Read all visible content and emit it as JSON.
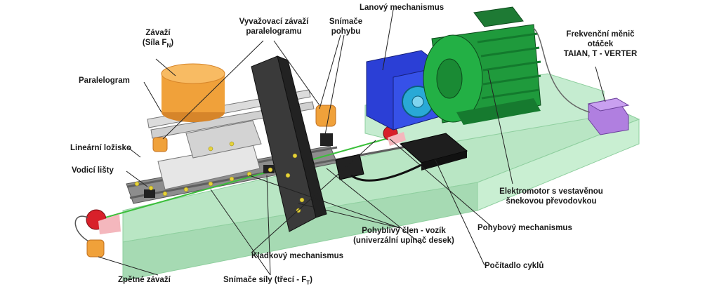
{
  "labels": {
    "zavazi_1": "Závaží",
    "zavazi_2": "(Síla F",
    "zavazi_sub": "N",
    "zavazi_3": ")",
    "paralelogram": "Paralelogram",
    "vyvazovaci_1": "Vyvažovací závaží",
    "vyvazovaci_2": "paralelogramu",
    "snimace_pohybu_1": "Snímače",
    "snimace_pohybu_2": "pohybu",
    "lanovy": "Lanový mechanismus",
    "frekvencni_1": "Frekvenční měnič",
    "frekvencni_2": "otáček",
    "frekvencni_3": "TAIAN, T - VERTER",
    "linearni": "Lineární ložisko",
    "vodici": "Vodicí lišty",
    "elektromotor_1": "Elektromotor s vestavěnou",
    "elektromotor_2": "šnekovou převodovkou",
    "pohyblivy_1": "Pohyblivý člen - vozík",
    "pohyblivy_2": "(univerzální upínač desek)",
    "pohybovy": "Pohybový mechanismus",
    "kladkovy": "Kladkový mechanismus",
    "pocitadlo": "Počítadlo cyklů",
    "zpetne": "Zpětné závaží",
    "snimace_sily_1": "Snímače síly (třecí - F",
    "snimace_sily_sub": "T",
    "snimace_sily_2": ")"
  },
  "colors": {
    "base": "#b9e6c4",
    "base_edge": "#8fcf9f",
    "weight": "#f0a13a",
    "motor": "#1f9a3c",
    "gearbox": "#2b3fd6",
    "wheel": "#29a9d6",
    "plate": "#3a3a3a",
    "pulley": "#d8202a",
    "inverter": "#b07fe0",
    "leader": "#222222"
  }
}
